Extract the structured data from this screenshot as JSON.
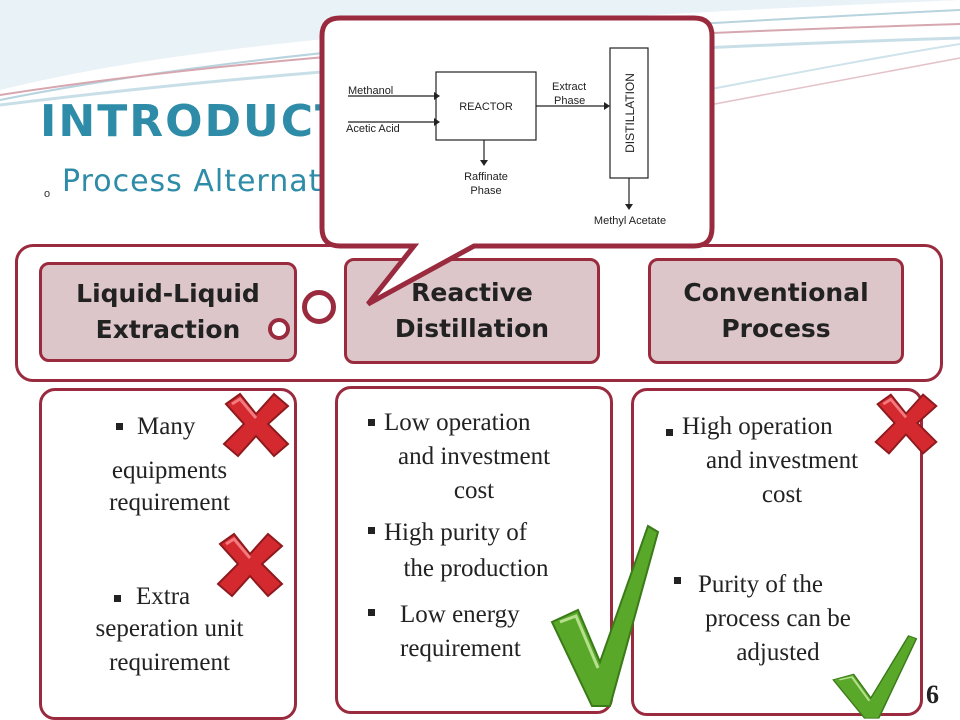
{
  "slide": {
    "title": "INTRODUCTION",
    "subtitle": "Process Alternatives",
    "page_number": "6"
  },
  "alternatives": [
    {
      "name": "Liquid-Liquid Extraction",
      "name_line1": "Liquid-Liquid",
      "name_line2": "Extraction",
      "points": [
        {
          "lines": [
            "Many",
            "equipments",
            "requirement"
          ],
          "mark": "cross"
        },
        {
          "lines": [
            "Extra",
            "seperation unit",
            "requirement"
          ],
          "mark": "cross"
        }
      ]
    },
    {
      "name": "Reactive Distillation",
      "name_line1": "Reactive",
      "name_line2": "Distillation",
      "points": [
        {
          "lines": [
            "Low operation",
            "and investment",
            "cost"
          ]
        },
        {
          "lines": [
            "High purity of",
            "the production"
          ]
        },
        {
          "lines": [
            "Low energy",
            "requirement"
          ]
        }
      ],
      "mark": "check"
    },
    {
      "name": "Conventional Process",
      "name_line1": "Conventional",
      "name_line2": "Process",
      "points": [
        {
          "lines": [
            "High operation",
            "and investment",
            "cost"
          ],
          "mark": "cross"
        },
        {
          "lines": [
            "Purity of the",
            "process can be",
            "adjusted"
          ],
          "mark": "check"
        }
      ]
    }
  ],
  "diagram": {
    "inputs": [
      "Methanol",
      "Acetic Acid"
    ],
    "reactor": "REACTOR",
    "extract_line1": "Extract",
    "extract_line2": "Phase",
    "raffinate_line1": "Raffinate",
    "raffinate_line2": "Phase",
    "distillation": "DISTILLATION",
    "product": "Methyl Acetate"
  },
  "colors": {
    "accent": "#9a2a3e",
    "title": "#2e8ca8",
    "header_fill": "#dcc6ca",
    "cross": "#d42a2f",
    "check": "#5aa82a"
  },
  "icons": [
    "cross-icon",
    "checkmark-icon",
    "ring-icon"
  ]
}
